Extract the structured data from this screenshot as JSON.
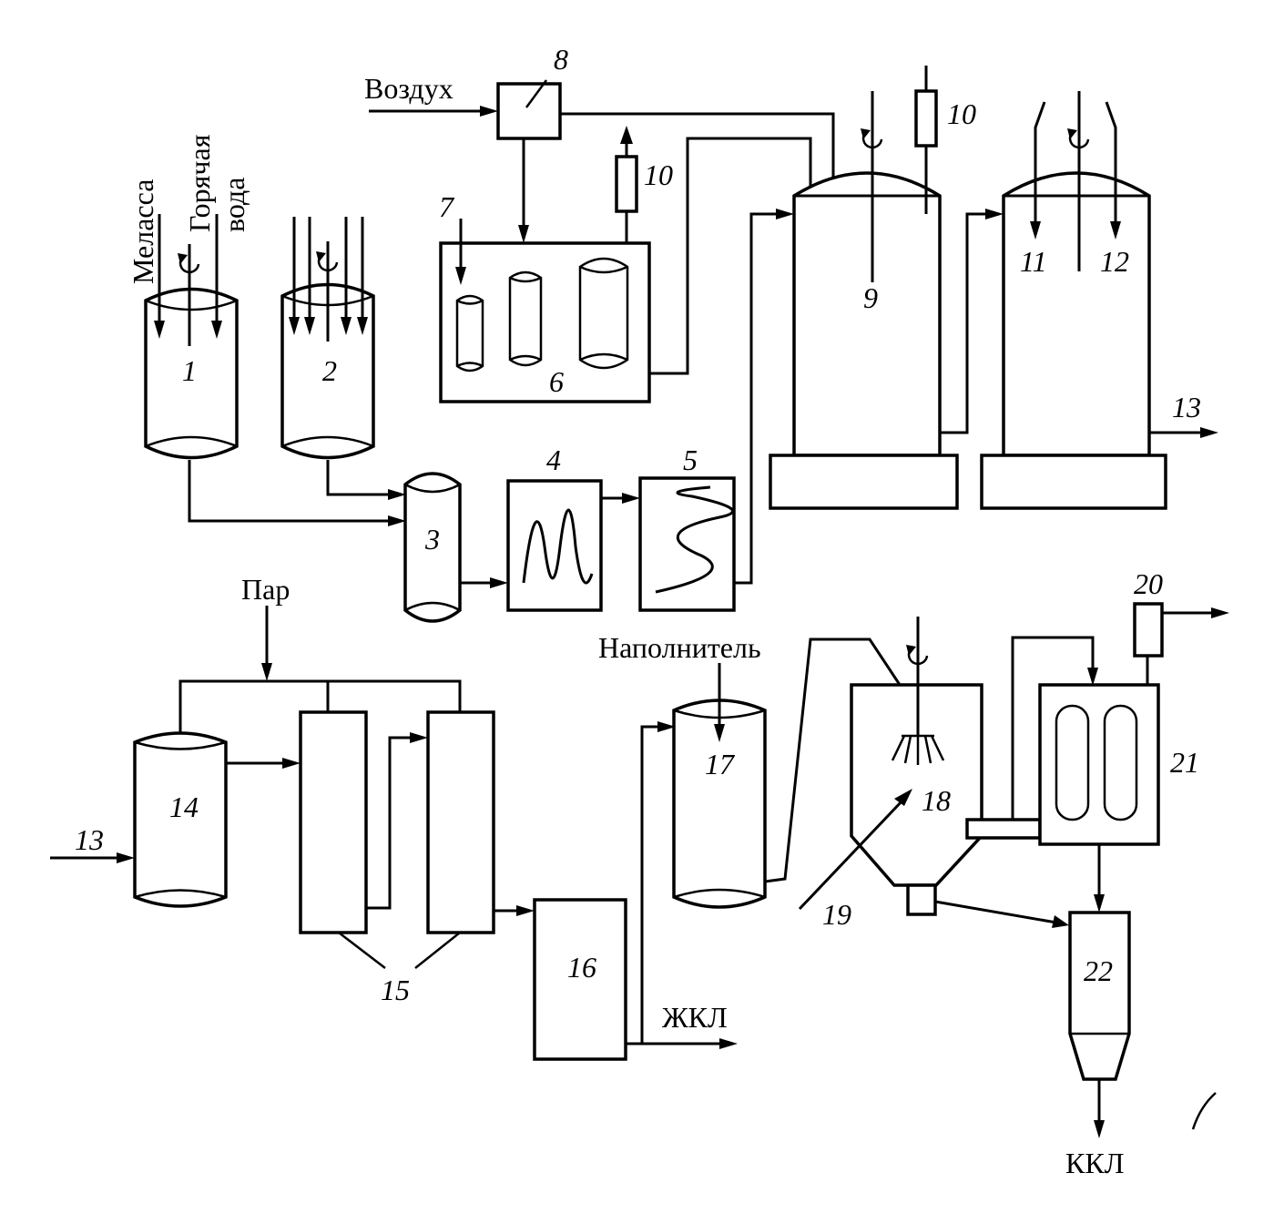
{
  "labels": {
    "molasses": "Меласса",
    "hot_water_1": "Горячая",
    "hot_water_2": "вода",
    "air": "Воздух",
    "steam": "Пар",
    "filler": "Наполнитель",
    "liquid_product": "ЖКЛ",
    "dry_product": "ККЛ",
    "stream_13_out": "13",
    "stream_13_in": "13"
  },
  "numbers": {
    "n1": "1",
    "n2": "2",
    "n3": "3",
    "n4": "4",
    "n5": "5",
    "n6": "6",
    "n7": "7",
    "n8": "8",
    "n9": "9",
    "n10a": "10",
    "n10b": "10",
    "n11": "11",
    "n12": "12",
    "n14": "14",
    "n15": "15",
    "n16": "16",
    "n17": "17",
    "n18": "18",
    "n19": "19",
    "n20": "20",
    "n21": "21",
    "n22": "22"
  }
}
